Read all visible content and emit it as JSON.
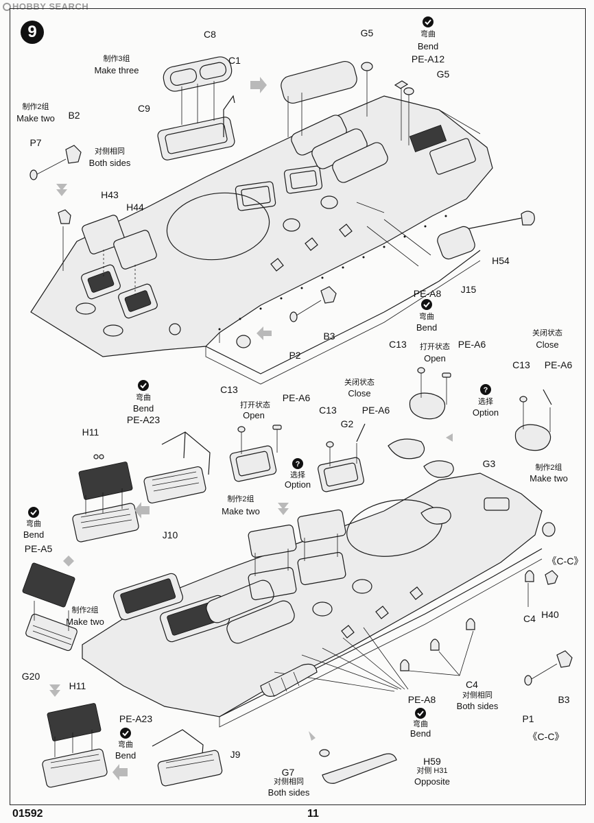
{
  "watermark": "HOBBY SEARCH",
  "step_number": "9",
  "footer": {
    "product_code": "01592",
    "page_number": "11"
  },
  "labels": {
    "c8": "C8",
    "c1": "C1",
    "c9": "C9",
    "make_three_cn": "制作3组",
    "make_three_en": "Make three",
    "g5_top": "G5",
    "g5_second": "G5",
    "bend_cn": "弯曲",
    "bend_en": "Bend",
    "pe_a12": "PE-A12",
    "make_two_cn": "制作2组",
    "make_two_en": "Make two",
    "b2": "B2",
    "p7": "P7",
    "both_sides_cn": "对侧相同",
    "both_sides_en": "Both sides",
    "h43": "H43",
    "h44": "H44",
    "h54": "H54",
    "j15": "J15",
    "pe_a8": "PE-A8",
    "bend_en_alt": "Bend",
    "b3": "B3",
    "p2": "P2",
    "c13": "C13",
    "pe_a6": "PE-A6",
    "open_cn": "打开状态",
    "open_en": "Open",
    "close_cn": "关闭状态",
    "close_en": "Close",
    "option_cn": "选择",
    "option_en": "Option",
    "g2": "G2",
    "g3": "G3",
    "pe_a23": "PE-A23",
    "h11": "H11",
    "j10": "J10",
    "pe_a5": "PE-A5",
    "g20": "G20",
    "c_c_ref": "《C-C》",
    "c4": "C4",
    "h40": "H40",
    "p1": "P1",
    "j9": "J9",
    "g7": "G7",
    "h59": "H59",
    "opposite_cn": "对侧 H31",
    "opposite_en": "Opposite"
  }
}
